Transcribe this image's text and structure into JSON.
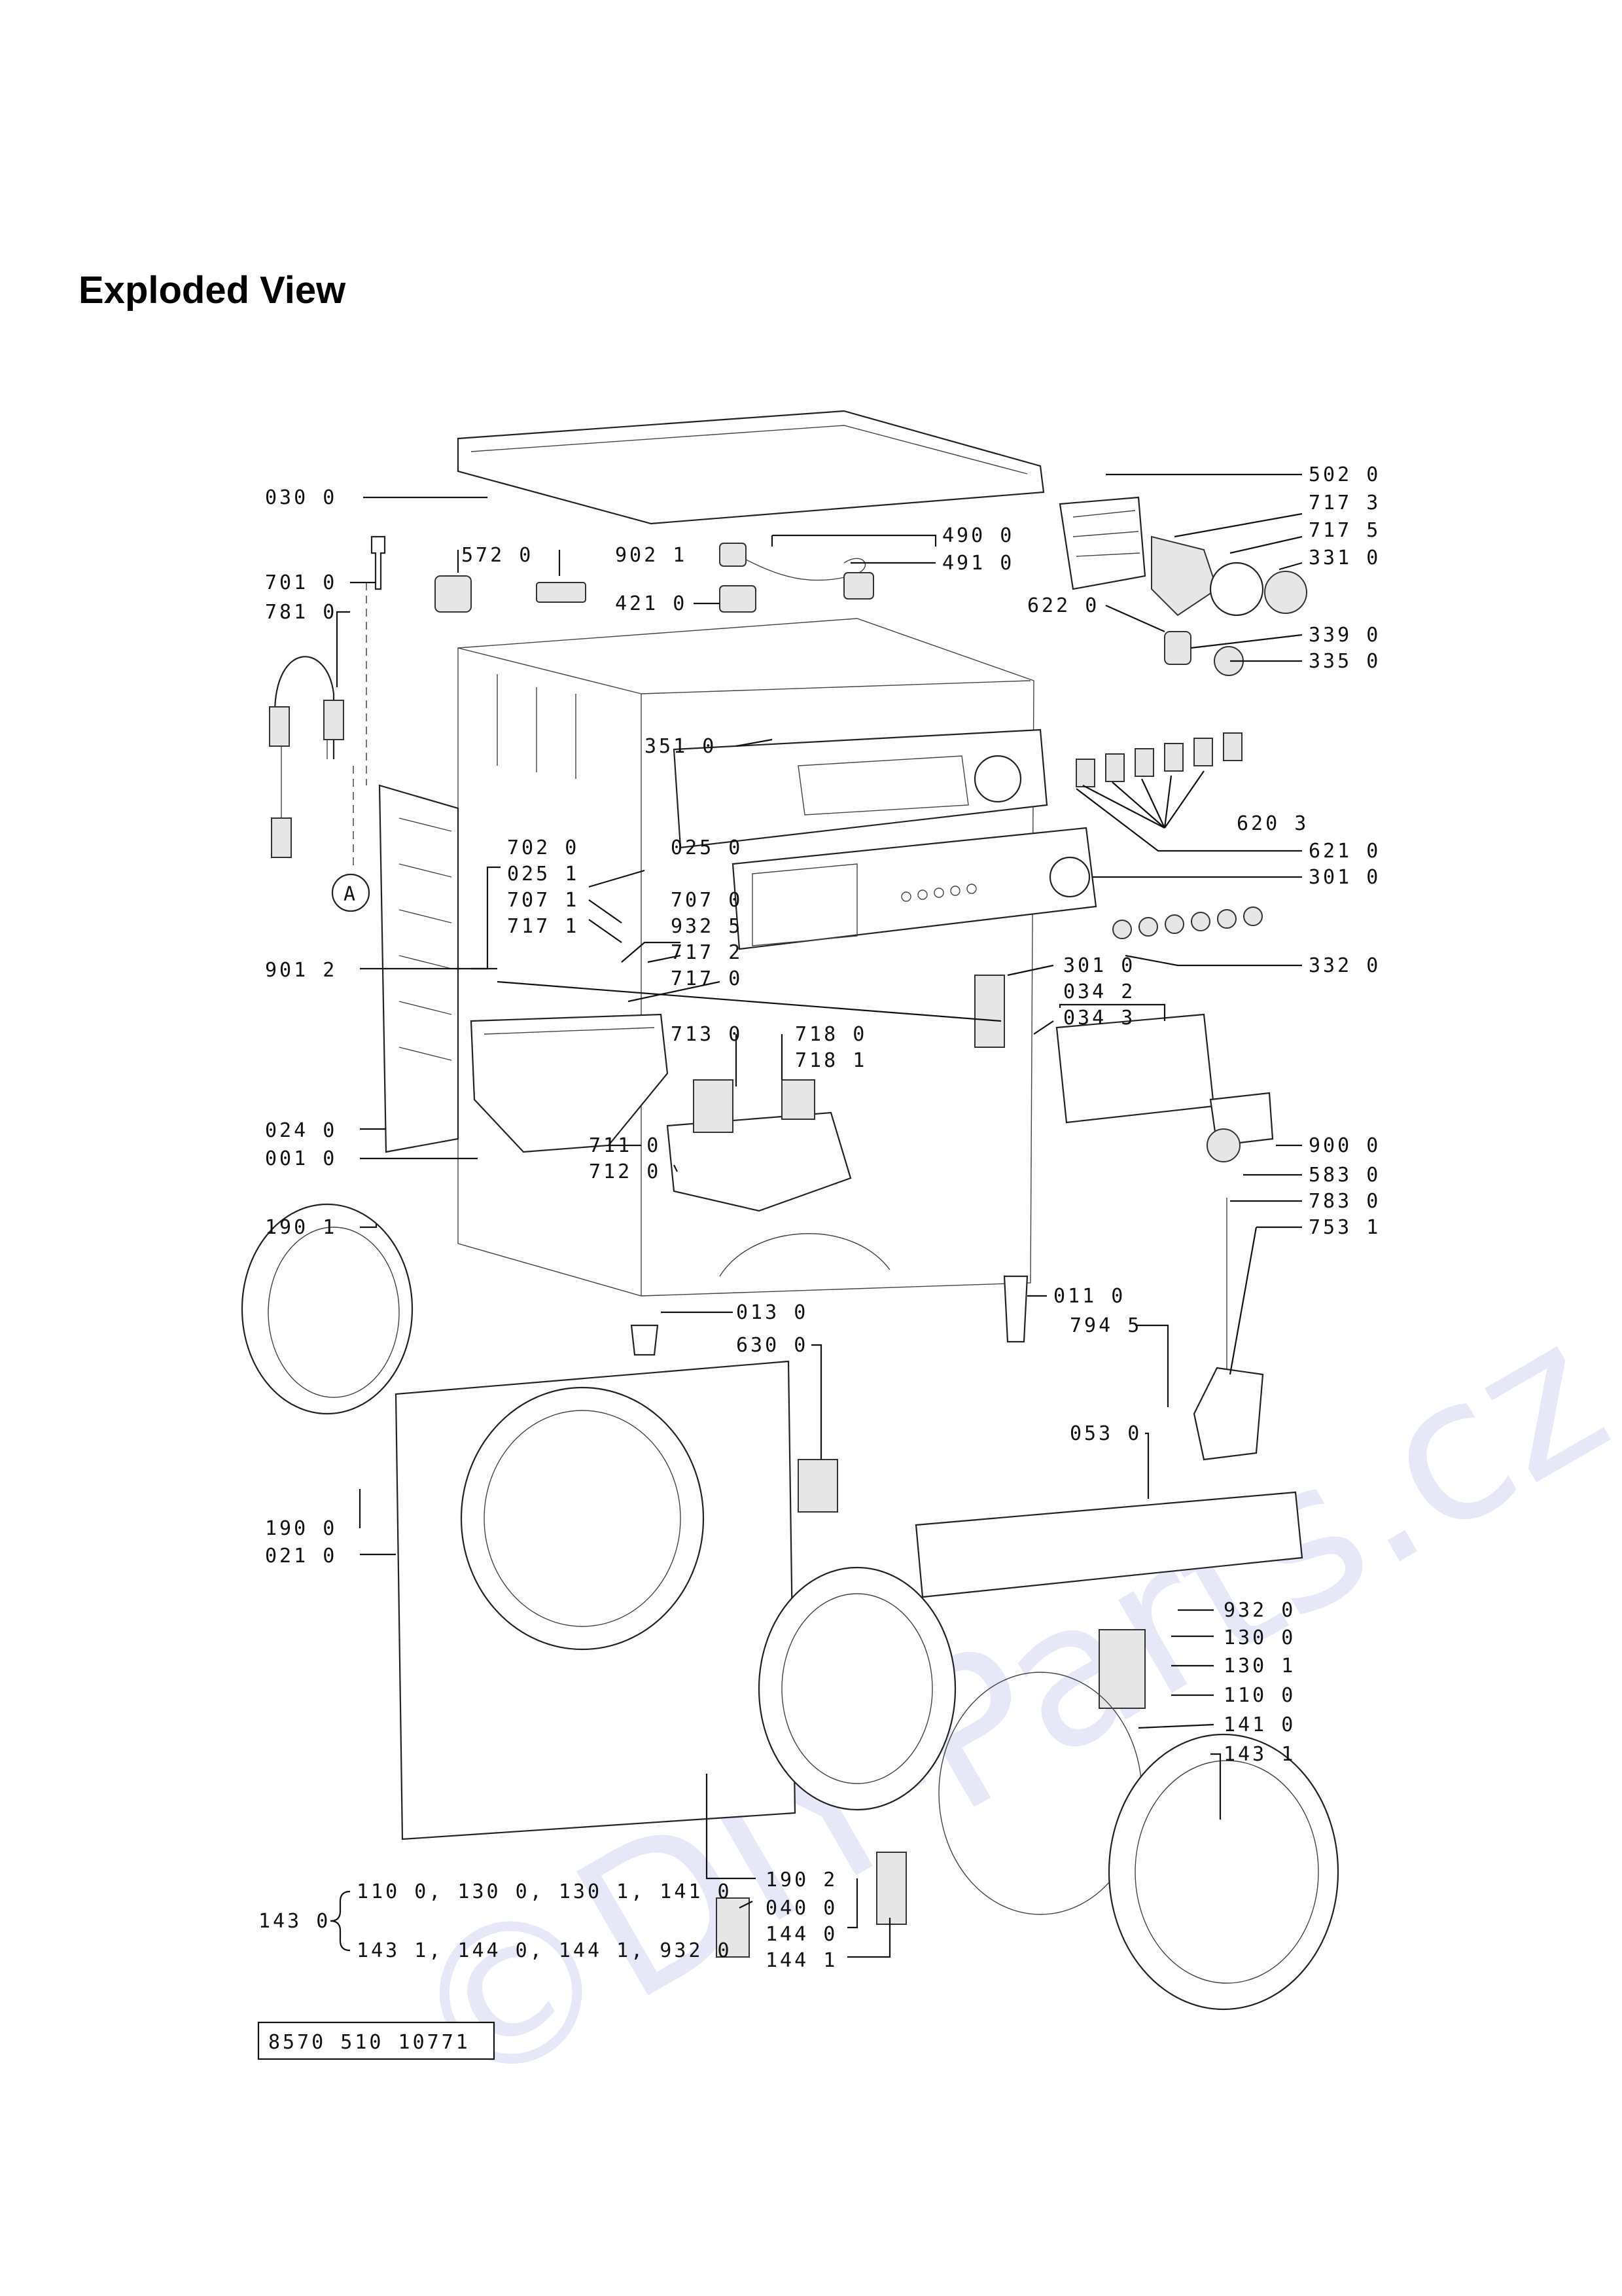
{
  "title": "Exploded View",
  "watermark": "©DIY-Parts.cz",
  "doc_number": "8570 510 10771",
  "callouts": {
    "c0300": "030 0",
    "c5720": "572 0",
    "c9021": "902 1",
    "c4900": "490 0",
    "c4910": "491 0",
    "c4210": "421 0",
    "c7010": "701 0",
    "c7810": "781 0",
    "c5020": "502 0",
    "c7173": "717 3",
    "c7175": "717 5",
    "c3310": "331 0",
    "c6220": "622 0",
    "c3390": "339 0",
    "c3350": "335 0",
    "c3510": "351 0",
    "c6203": "620 3",
    "c6210": "621 0",
    "c3010a": "301 0",
    "c7020": "702 0",
    "c0251": "025 1",
    "c0250": "025 0",
    "c7071": "707 1",
    "c7070": "707 0",
    "c7171": "717 1",
    "c9325": "932 5",
    "c9012": "901 2",
    "c7172": "717 2",
    "c7170": "717 0",
    "c3010b": "301 0",
    "c0342": "034 2",
    "c0343": "034 3",
    "c3320": "332 0",
    "c7130": "713 0",
    "c7180": "718 0",
    "c7181": "718 1",
    "c0240": "024 0",
    "c0010": "001 0",
    "c7110": "711 0",
    "c7120": "712 0",
    "c9000": "900 0",
    "c5830": "583 0",
    "c7830": "783 0",
    "c7531": "753 1",
    "c1901": "190 1",
    "c0110": "011 0",
    "c0130": "013 0",
    "c7945": "794 5",
    "c6300": "630 0",
    "c0530": "053 0",
    "c1900": "190 0",
    "c0210": "021 0",
    "c9320": "932 0",
    "c1300": "130 0",
    "c1301": "130 1",
    "c1100": "110 0",
    "c1410": "141 0",
    "c1431": "143 1",
    "c1902": "190 2",
    "c0400": "040 0",
    "c1440": "144 0",
    "c1441": "144 1",
    "c1430": "143 0"
  },
  "kit_line1": "110 0,  130 0,  130 1,  141 0",
  "kit_line2": "143 1,  144 0,  144 1,  932 0",
  "circle_marker": "A"
}
